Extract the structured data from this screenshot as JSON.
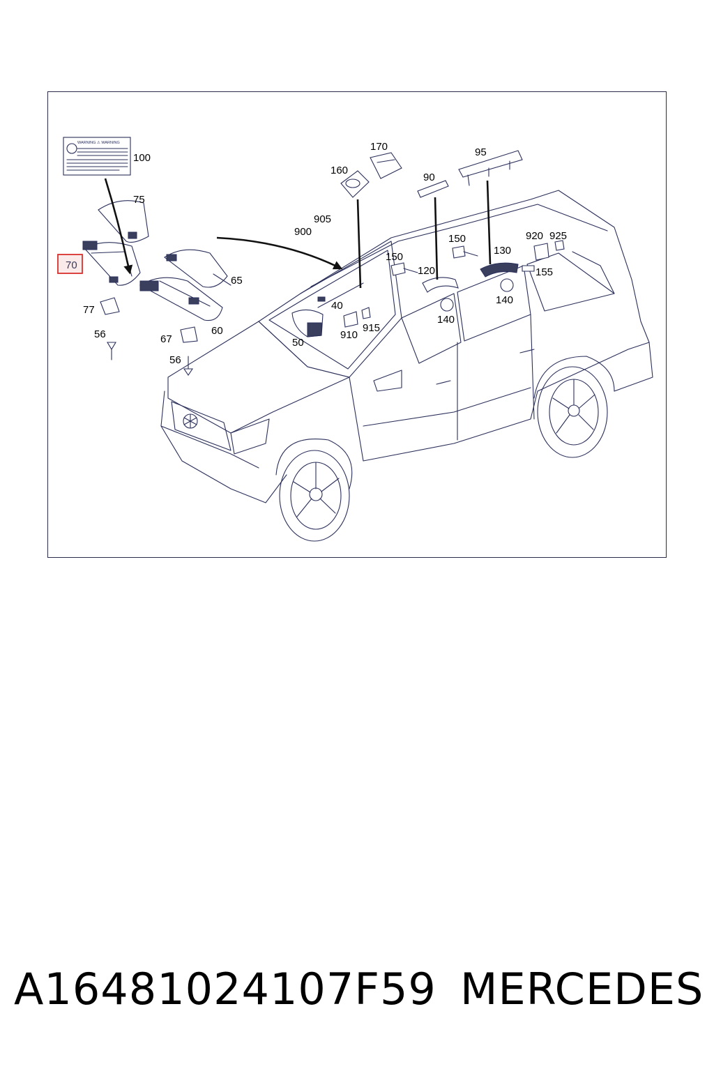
{
  "diagram": {
    "highlight_color": "#d9302c",
    "line_color": "#2a2f5a",
    "warning_label_text": "WARNING ⚠ WARNING",
    "callouts": {
      "c100": "100",
      "c75": "75",
      "c70": "70",
      "c65": "65",
      "c77": "77",
      "c56a": "56",
      "c67": "67",
      "c60": "60",
      "c56b": "56",
      "c900": "900",
      "c905": "905",
      "c160": "160",
      "c170": "170",
      "c40": "40",
      "c910": "910",
      "c915": "915",
      "c50": "50",
      "c90": "90",
      "c95": "95",
      "c150a": "150",
      "c150b": "150",
      "c120": "120",
      "c140a": "140",
      "c130": "130",
      "c920": "920",
      "c925": "925",
      "c155": "155",
      "c140b": "140"
    },
    "highlighted_part": "70"
  },
  "footer": {
    "part_number": "A16481024107F59",
    "brand": "MERCEDES"
  }
}
